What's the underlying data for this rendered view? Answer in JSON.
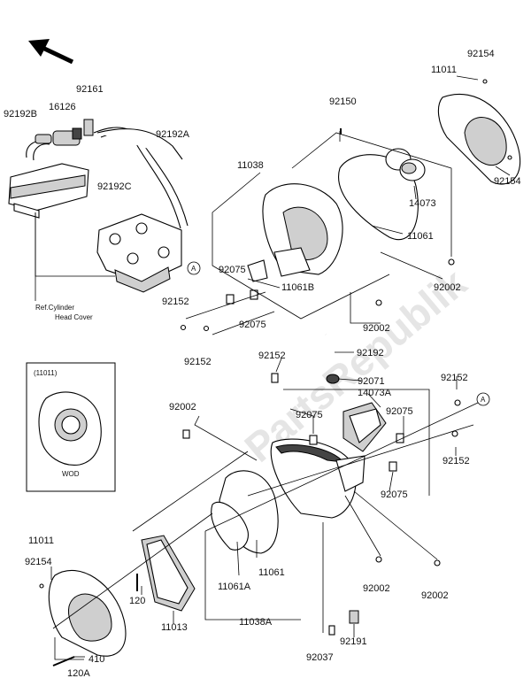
{
  "watermark": "PartsRepublik",
  "inset": {
    "title": "(11011)",
    "caption": "WOD"
  },
  "reference_note": {
    "line1": "Ref.Cylinder",
    "line2": "Head Cover"
  },
  "callouts": {
    "a_top": "A",
    "a_bottom": "A"
  },
  "labels": {
    "l92154_top": "92154",
    "l11011_top": "11011",
    "l92161": "92161",
    "l16126": "16126",
    "l92192B": "92192B",
    "l92150": "92150",
    "l92192A": "92192A",
    "l92192C": "92192C",
    "l11038": "11038",
    "l92154_right": "92154",
    "l14073": "14073",
    "l11061_top": "11061",
    "l92075_a": "92075",
    "l11061B": "11061B",
    "l92002_a": "92002",
    "l92152_a": "92152",
    "l92075_b": "92075",
    "l92002_b": "92002",
    "l92152_b": "92152",
    "l92152_c": "92152",
    "l92192": "92192",
    "l92071": "92071",
    "l92152_d": "92152",
    "l14073A": "14073A",
    "l92002_c": "92002",
    "l92075_c": "92075",
    "l92075_d": "92075",
    "l92152_e": "92152",
    "l92075_e": "92075",
    "l11011_bottom": "11011",
    "l92154_bottom": "92154",
    "l11061_bottom": "11061",
    "l11061A": "11061A",
    "l92002_d": "92002",
    "l92002_e": "92002",
    "l120": "120",
    "l11013": "11013",
    "l11038A": "11038A",
    "l92191": "92191",
    "l410": "410",
    "l92037": "92037",
    "l120A": "120A"
  }
}
